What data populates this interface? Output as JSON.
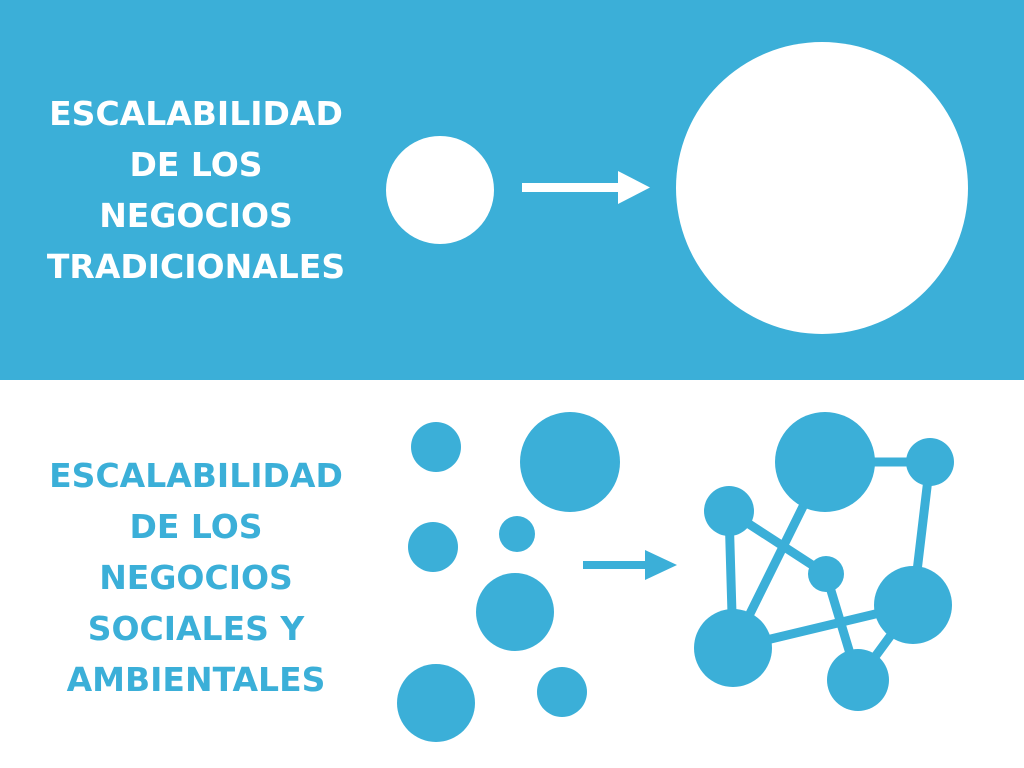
{
  "colors": {
    "accent": "#3bafd8",
    "background": "#ffffff"
  },
  "top_section": {
    "heading_lines": [
      "ESCALABILIDAD",
      "DE LOS",
      "NEGOCIOS",
      "TRADICIONALES"
    ]
  },
  "bottom_section": {
    "heading_lines": [
      "ESCALABILIDAD",
      "DE LOS",
      "NEGOCIOS",
      "SOCIALES Y",
      "AMBIENTALES"
    ]
  },
  "icons": {
    "top_arrow": "arrow-right-icon",
    "bottom_arrow": "arrow-right-icon"
  }
}
